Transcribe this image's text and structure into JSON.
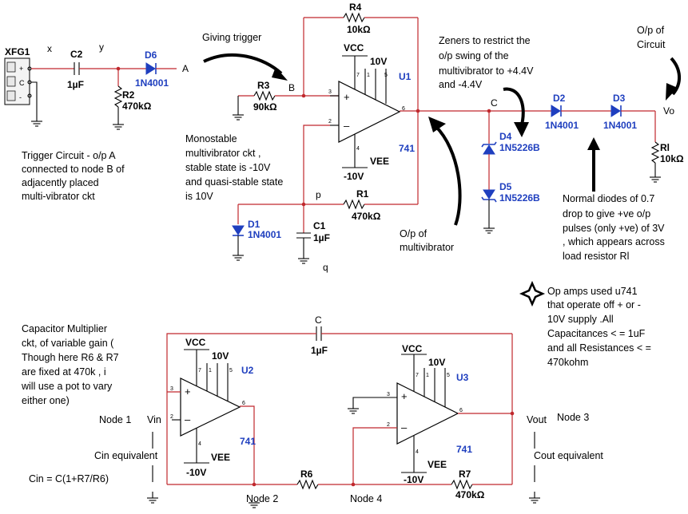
{
  "components": {
    "xfg1": "XFG1",
    "c2": {
      "ref": "C2",
      "value": "1µF"
    },
    "r2": {
      "ref": "R2",
      "value": "470kΩ"
    },
    "d6": {
      "ref": "D6",
      "value": "1N4001"
    },
    "r3": {
      "ref": "R3",
      "value": "90kΩ"
    },
    "r4": {
      "ref": "R4",
      "value": "10kΩ"
    },
    "r1": {
      "ref": "R1",
      "value": "470kΩ"
    },
    "d1": {
      "ref": "D1",
      "value": "1N4001"
    },
    "c1": {
      "ref": "C1",
      "value": "1µF"
    },
    "u1": {
      "ref": "U1",
      "part": "741",
      "vcc": "VCC",
      "vcc_val": "10V",
      "vee": "VEE",
      "vee_val": "-10V"
    },
    "d4": {
      "ref": "D4",
      "value": "1N5226B"
    },
    "d5": {
      "ref": "D5",
      "value": "1N5226B"
    },
    "d2": {
      "ref": "D2",
      "value": "1N4001"
    },
    "d3": {
      "ref": "D3",
      "value": "1N4001"
    },
    "rl": {
      "ref": "Rl",
      "value": "10kΩ"
    },
    "u2": {
      "ref": "U2",
      "part": "741",
      "vcc": "VCC",
      "vcc_val": "10V",
      "vee": "VEE",
      "vee_val": "-10V"
    },
    "u3": {
      "ref": "U3",
      "part": "741",
      "vcc": "VCC",
      "vcc_val": "10V",
      "vee": "VEE",
      "vee_val": "-10V"
    },
    "c": {
      "ref": "C",
      "value": "1µF"
    },
    "r6": {
      "ref": "R6"
    },
    "r7": {
      "ref": "R7",
      "value": "470kΩ"
    }
  },
  "nodes": {
    "x": "x",
    "y": "y",
    "a": "A",
    "b": "B",
    "c": "C",
    "vo": "Vo",
    "p": "p",
    "q": "q",
    "vin": "Vin",
    "vout": "Vout",
    "node1": "Node 1",
    "node2": "Node 2",
    "node3": "Node 3",
    "node4": "Node 4"
  },
  "pins": {
    "u1": {
      "p1": "1",
      "p2": "2",
      "p3": "3",
      "p4": "4",
      "p5": "5",
      "p6": "6",
      "p7": "7"
    },
    "u2": {
      "p1": "1",
      "p2": "2",
      "p3": "3",
      "p4": "4",
      "p5": "5",
      "p6": "6",
      "p7": "7"
    },
    "u3": {
      "p1": "1",
      "p2": "2",
      "p3": "3",
      "p4": "4",
      "p5": "5",
      "p6": "6",
      "p7": "7"
    }
  },
  "annotations": {
    "giving_trigger": "Giving trigger",
    "trigger_circuit": [
      "Trigger Circuit - o/p A",
      "connected to node B of",
      "adjacently placed",
      "multi-vibrator ckt"
    ],
    "monostable": [
      "Monostable",
      "multivibrator ckt ,",
      "stable state is -10V",
      "and quasi-stable state",
      "is 10V"
    ],
    "zeners": [
      "Zeners to restrict the",
      "o/p swing of the",
      "multivibrator to +4.4V",
      "and -4.4V"
    ],
    "op_of_circuit": [
      "O/p of",
      "Circuit"
    ],
    "op_of_multivibrator": [
      "O/p of",
      "multivibrator"
    ],
    "normal_diodes": [
      "Normal diodes of 0.7",
      "drop to give +ve o/p",
      "pulses (only +ve) of 3V",
      ", which appears across",
      "load resistor Rl"
    ],
    "op_amps_used": [
      "Op amps used u741",
      "that operate off + or -",
      "10V supply .All",
      "Capacitances < = 1uF",
      "and all Resistances < =",
      "470kohm"
    ],
    "cap_multiplier": [
      "Capacitor Multiplier",
      "ckt, of variable gain (",
      "Though here R6 & R7",
      "are fixed at 470k , i",
      "will use a pot to vary",
      "either one)"
    ],
    "cin_equivalent": "Cin equivalent",
    "cout_equivalent": "Cout equivalent",
    "cin_formula": "Cin = C(1+R7/R6)"
  }
}
